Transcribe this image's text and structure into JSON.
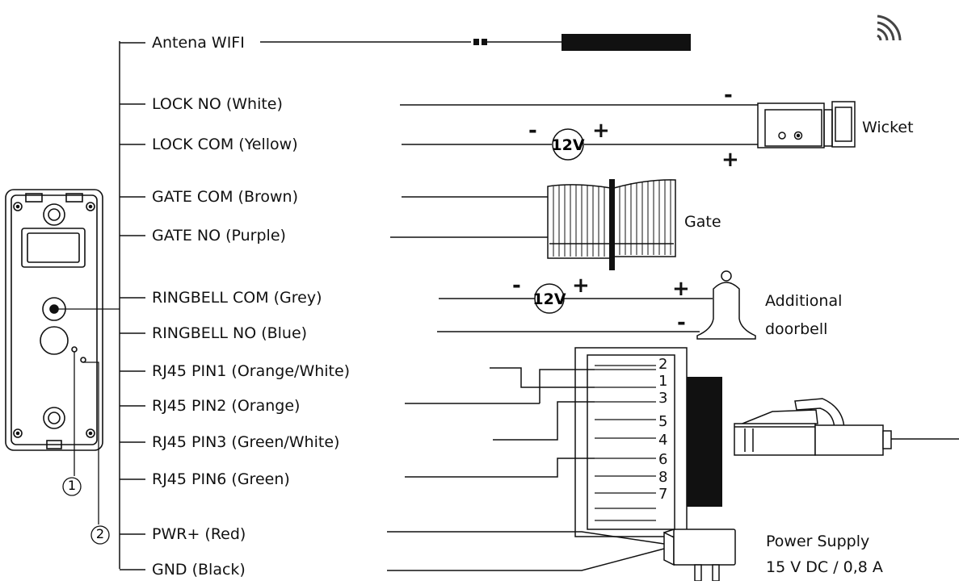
{
  "wires": [
    {
      "label": "Antena WIFI"
    },
    {
      "label": "LOCK NO (White)"
    },
    {
      "label": "LOCK COM (Yellow)"
    },
    {
      "label": "GATE COM (Brown)"
    },
    {
      "label": "GATE NO (Purple)"
    },
    {
      "label": "RINGBELL COM (Grey)"
    },
    {
      "label": "RINGBELL NO (Blue)"
    },
    {
      "label": "RJ45 PIN1 (Orange/White)"
    },
    {
      "label": "RJ45 PIN2 (Orange)"
    },
    {
      "label": "RJ45 PIN3 (Green/White)"
    },
    {
      "label": "RJ45 PIN6 (Green)"
    },
    {
      "label": "PWR+ (Red)"
    },
    {
      "label": "GND (Black)"
    }
  ],
  "devices": {
    "wicket": "Wicket",
    "gate": "Gate",
    "doorbell_line1": "Additional",
    "doorbell_line2": "doorbell",
    "power_line1": "Power Supply",
    "power_line2": "15 V DC / 0,8 A"
  },
  "voltage_label": "12V",
  "polarity": {
    "plus": "+",
    "minus": "-"
  },
  "callouts": [
    "1",
    "2"
  ],
  "rj45_pins": [
    "2",
    "1",
    "3",
    "5",
    "4",
    "6",
    "8",
    "7"
  ],
  "icons": {
    "wifi": "wifi-signal-icon",
    "panel": "door-station-panel-icon",
    "plug": "rj45-plug-icon",
    "adapter": "power-adapter-icon",
    "bell": "bell-icon",
    "lock": "lock-icon"
  }
}
